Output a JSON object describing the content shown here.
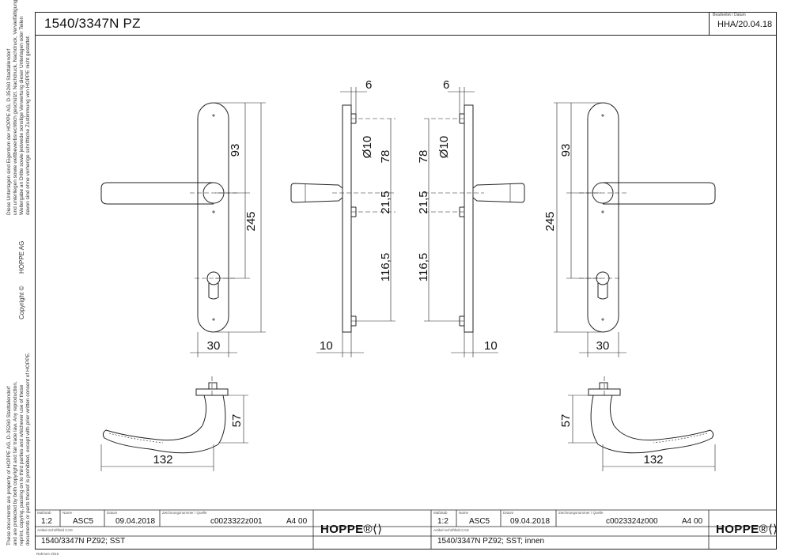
{
  "title": "1540/3347N PZ",
  "revision": {
    "label": "Bearbeitet / Datum",
    "value": "HHA/20.04.18"
  },
  "side_text": {
    "copyright": "Copyright ©",
    "company": "HOPPE  AG",
    "de_lines": [
      "Diese Unterlagen sind Eigentum der HOPPE AG, D-35260 Stadtallendorf",
      "und unterliegen sowie wettbewerbsrechtlich geschützt. Nachdruck, Nachdruck, Vervielfältigung,",
      "Weitergabe an Dritte sowie jedwede sonstige Verwertung dieser Unterlagen oder Teilen",
      "davon sind ohne vorherige schriftliche Zustimmung von HOPPE nicht gestattet."
    ],
    "en_lines": [
      "These documents are property of HOPPE AG, D-35260 Stadtallendorf",
      "and are protected by both copyright and fair trade law. Any reproduction,",
      "reprint, copying, passing on to third parties and whichever use of these",
      "documents or parts thereof is prohibited, except with prior written consent of HOPPE."
    ]
  },
  "dimensions": {
    "left_face": {
      "d93": "93",
      "d245": "245",
      "d30": "30"
    },
    "left_side": {
      "d6": "6",
      "dia10": "Ø10",
      "d78": "78",
      "d21_5": "21,5",
      "d116_5": "116,5",
      "d10": "10"
    },
    "right_side": {
      "d6": "6",
      "dia10": "Ø10",
      "d78": "78",
      "d21_5": "21,5",
      "d116_5": "116,5",
      "d10": "10"
    },
    "right_face": {
      "d93": "93",
      "d245": "245",
      "d30": "30"
    },
    "left_top": {
      "d57": "57",
      "d132": "132"
    },
    "right_top": {
      "d57": "57",
      "d132": "132"
    }
  },
  "title_blocks": [
    {
      "labels": {
        "scale": "Maßstab",
        "name": "Name",
        "date": "Datum",
        "drawing": "Zeichnungsnummer / Quelle",
        "article": "Artikel-Schriftfeld CAD"
      },
      "scale": "1:2",
      "name": "ASC5",
      "date": "09.04.2018",
      "drawing_no": "c0023322z001",
      "format": "A4 00",
      "article": "1540/3347N  PZ92; SST",
      "logo": "HOPPE"
    },
    {
      "labels": {
        "scale": "Maßstab",
        "name": "Name",
        "date": "Datum",
        "drawing": "Zeichnungsnummer / Quelle",
        "article": "Artikel-Schriftfeld CAD"
      },
      "scale": "1:2",
      "name": "ASC5",
      "date": "09.04.2018",
      "drawing_no": "c0023324z000",
      "format": "A4 00",
      "article": "1540/3347N PZ92; SST; innen",
      "logo": "HOPPE"
    }
  ],
  "footer": "Rahmen 2016"
}
